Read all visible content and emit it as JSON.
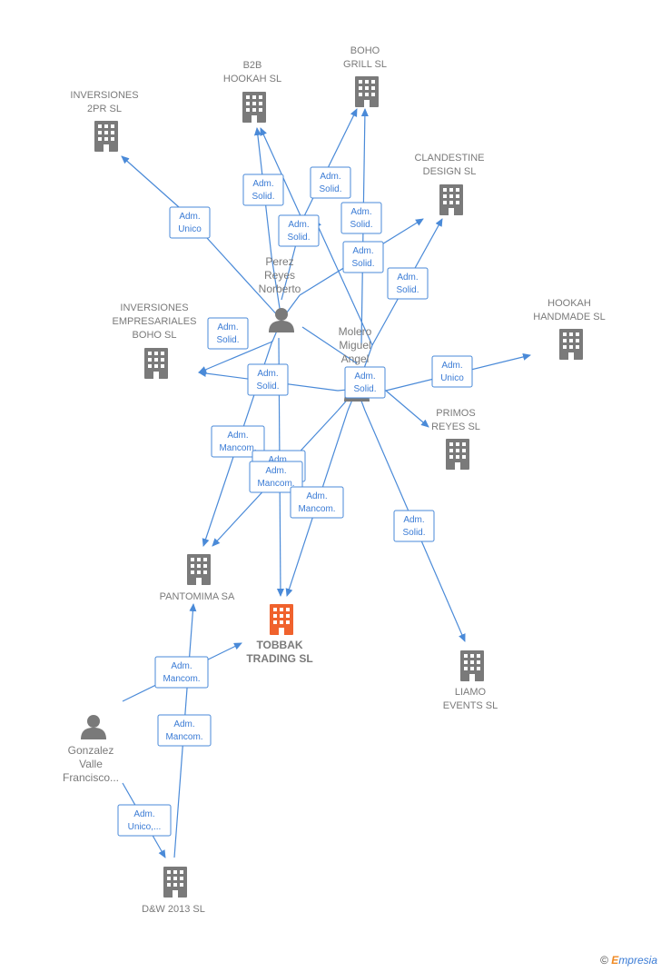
{
  "colors": {
    "edge": "#4a8ad8",
    "company": "#7a7a7a",
    "highlight": "#f0622d",
    "person": "#7a7a7a"
  },
  "nodes": {
    "inversiones2pr": {
      "type": "company",
      "lines": [
        "INVERSIONES",
        "2PR  SL"
      ]
    },
    "b2b": {
      "type": "company",
      "lines": [
        "B2B",
        "HOOKAH  SL"
      ]
    },
    "boho_grill": {
      "type": "company",
      "lines": [
        "BOHO",
        "GRILL  SL"
      ]
    },
    "clandestine": {
      "type": "company",
      "lines": [
        "CLANDESTINE",
        "DESIGN  SL"
      ]
    },
    "hookah_handmade": {
      "type": "company",
      "lines": [
        "HOOKAH",
        "HANDMADE  SL"
      ]
    },
    "inv_empresariales": {
      "type": "company",
      "lines": [
        "INVERSIONES",
        "EMPRESARIALES",
        "BOHO  SL"
      ]
    },
    "primos": {
      "type": "company",
      "lines": [
        "PRIMOS",
        "REYES  SL"
      ]
    },
    "pantomima": {
      "type": "company",
      "lines": [
        "PANTOMIMA SA"
      ]
    },
    "tobbak": {
      "type": "company",
      "highlight": true,
      "lines": [
        "TOBBAK",
        "TRADING  SL"
      ]
    },
    "liamo": {
      "type": "company",
      "lines": [
        "LIAMO",
        "EVENTS  SL"
      ]
    },
    "dw2013": {
      "type": "company",
      "lines": [
        "D&W 2013 SL"
      ]
    },
    "perez": {
      "type": "person",
      "lines": [
        "Perez",
        "Reyes",
        "Norberto"
      ]
    },
    "molero": {
      "type": "person",
      "lines": [
        "Molero",
        "Miguel",
        "Angel"
      ]
    },
    "gonzalez": {
      "type": "person",
      "lines": [
        "Gonzalez",
        "Valle",
        "Francisco..."
      ]
    }
  },
  "relations": [
    {
      "id": "r1",
      "lines": [
        "Adm.",
        "Unico"
      ]
    },
    {
      "id": "r2",
      "lines": [
        "Adm.",
        "Solid."
      ]
    },
    {
      "id": "r3",
      "lines": [
        "Adm.",
        "Solid."
      ]
    },
    {
      "id": "r4",
      "lines": [
        "Adm.",
        "Solid."
      ]
    },
    {
      "id": "r5",
      "lines": [
        "Adm.",
        "Solid."
      ]
    },
    {
      "id": "r6",
      "lines": [
        "Adm.",
        "Solid."
      ]
    },
    {
      "id": "r7",
      "lines": [
        "Adm.",
        "Solid."
      ]
    },
    {
      "id": "r8",
      "lines": [
        "Adm.",
        "Solid."
      ]
    },
    {
      "id": "r9",
      "lines": [
        "Adm.",
        "Solid."
      ]
    },
    {
      "id": "r10",
      "lines": [
        "Adm.",
        "Unico"
      ]
    },
    {
      "id": "r11",
      "lines": [
        "Adm.",
        "Solid."
      ]
    },
    {
      "id": "r12",
      "lines": [
        "Adm.",
        "Mancom."
      ]
    },
    {
      "id": "r13",
      "lines": [
        "Adm.",
        "Mancom."
      ]
    },
    {
      "id": "r14",
      "lines": [
        "Adm.",
        "Mancom."
      ]
    },
    {
      "id": "r15",
      "lines": [
        "Adm.",
        "Mancom."
      ]
    },
    {
      "id": "r16",
      "lines": [
        "Adm.",
        "Solid."
      ]
    },
    {
      "id": "r17",
      "lines": [
        "Adm.",
        "Mancom."
      ]
    },
    {
      "id": "r18",
      "lines": [
        "Adm.",
        "Mancom."
      ]
    },
    {
      "id": "r19",
      "lines": [
        "Adm.",
        "Unico,..."
      ]
    },
    {
      "id": "r20",
      "lines": [
        "Adm.",
        "Solid."
      ]
    }
  ],
  "footer": {
    "copyright": "©",
    "brand_first": "E",
    "brand_rest": "mpresia"
  }
}
